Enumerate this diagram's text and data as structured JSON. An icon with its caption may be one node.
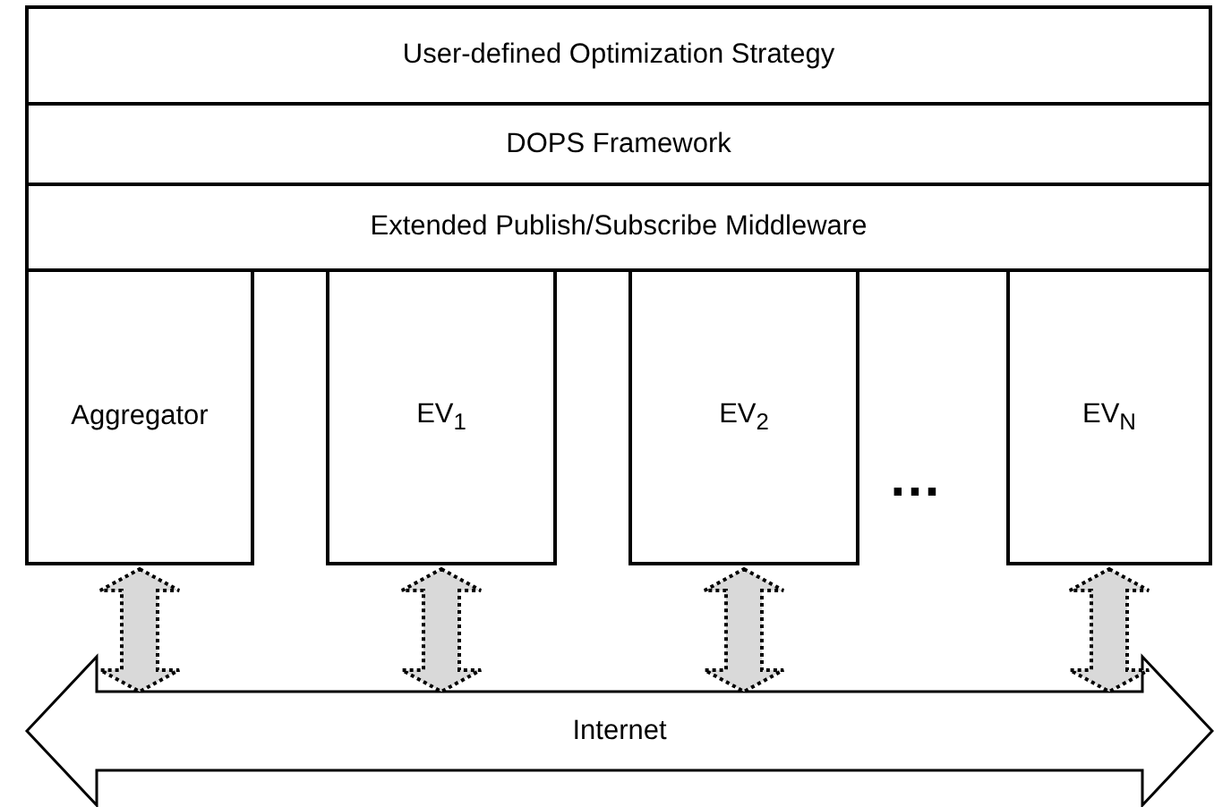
{
  "diagram": {
    "nodes": [
      {
        "text": [
          "User-defined Optimization Strategy"
        ]
      },
      {
        "text": [
          "DOPS Framework"
        ]
      },
      {
        "text": [
          "Extended Publish/Subscribe Middleware"
        ]
      },
      {
        "text": [
          "Aggregator"
        ]
      },
      {
        "text": [
          "EV$_{1}$"
        ]
      },
      {
        "text": [
          "EV$_{2}$"
        ]
      },
      {
        "text": [
          "EV$_{N}$"
        ]
      },
      {
        "text": [
          "Internet"
        ]
      }
    ],
    "edges": [
      {
        "from": 3,
        "to": 7,
        "arrow": "both",
        "style": "dashed"
      },
      {
        "from": 4,
        "to": 7,
        "arrow": "both",
        "style": "dashed"
      },
      {
        "from": 5,
        "to": 7,
        "arrow": "both",
        "style": "dashed"
      },
      {
        "from": 6,
        "to": 7,
        "arrow": "both",
        "style": "dashed"
      }
    ],
    "labels": [
      "…"
    ]
  }
}
